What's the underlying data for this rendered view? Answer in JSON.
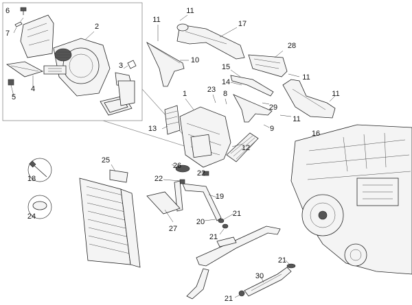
{
  "callouts": [
    {
      "id": "c6",
      "text": "6"
    },
    {
      "id": "c7",
      "text": "7"
    },
    {
      "id": "c2",
      "text": "2"
    },
    {
      "id": "c3",
      "text": "3"
    },
    {
      "id": "c4",
      "text": "4"
    },
    {
      "id": "c5",
      "text": "5"
    },
    {
      "id": "c11a",
      "text": "11"
    },
    {
      "id": "c11b",
      "text": "11"
    },
    {
      "id": "c17",
      "text": "17"
    },
    {
      "id": "c10",
      "text": "10"
    },
    {
      "id": "c28",
      "text": "28"
    },
    {
      "id": "c15",
      "text": "15"
    },
    {
      "id": "c14",
      "text": "14"
    },
    {
      "id": "c11c",
      "text": "11"
    },
    {
      "id": "c11d",
      "text": "11"
    },
    {
      "id": "c23",
      "text": "23"
    },
    {
      "id": "c8",
      "text": "8"
    },
    {
      "id": "c1",
      "text": "1"
    },
    {
      "id": "c29",
      "text": "29"
    },
    {
      "id": "c11e",
      "text": "11"
    },
    {
      "id": "c13",
      "text": "13"
    },
    {
      "id": "c9",
      "text": "9"
    },
    {
      "id": "c16",
      "text": "16"
    },
    {
      "id": "c12",
      "text": "12"
    },
    {
      "id": "c25",
      "text": "25"
    },
    {
      "id": "c26",
      "text": "26"
    },
    {
      "id": "c22a",
      "text": "22"
    },
    {
      "id": "c22b",
      "text": "22"
    },
    {
      "id": "c18",
      "text": "18"
    },
    {
      "id": "c19",
      "text": "19"
    },
    {
      "id": "c24",
      "text": "24"
    },
    {
      "id": "c21a",
      "text": "21"
    },
    {
      "id": "c20",
      "text": "20"
    },
    {
      "id": "c27",
      "text": "27"
    },
    {
      "id": "c21b",
      "text": "21"
    },
    {
      "id": "c21c",
      "text": "21"
    },
    {
      "id": "c30",
      "text": "30"
    },
    {
      "id": "c21d",
      "text": "21"
    }
  ]
}
